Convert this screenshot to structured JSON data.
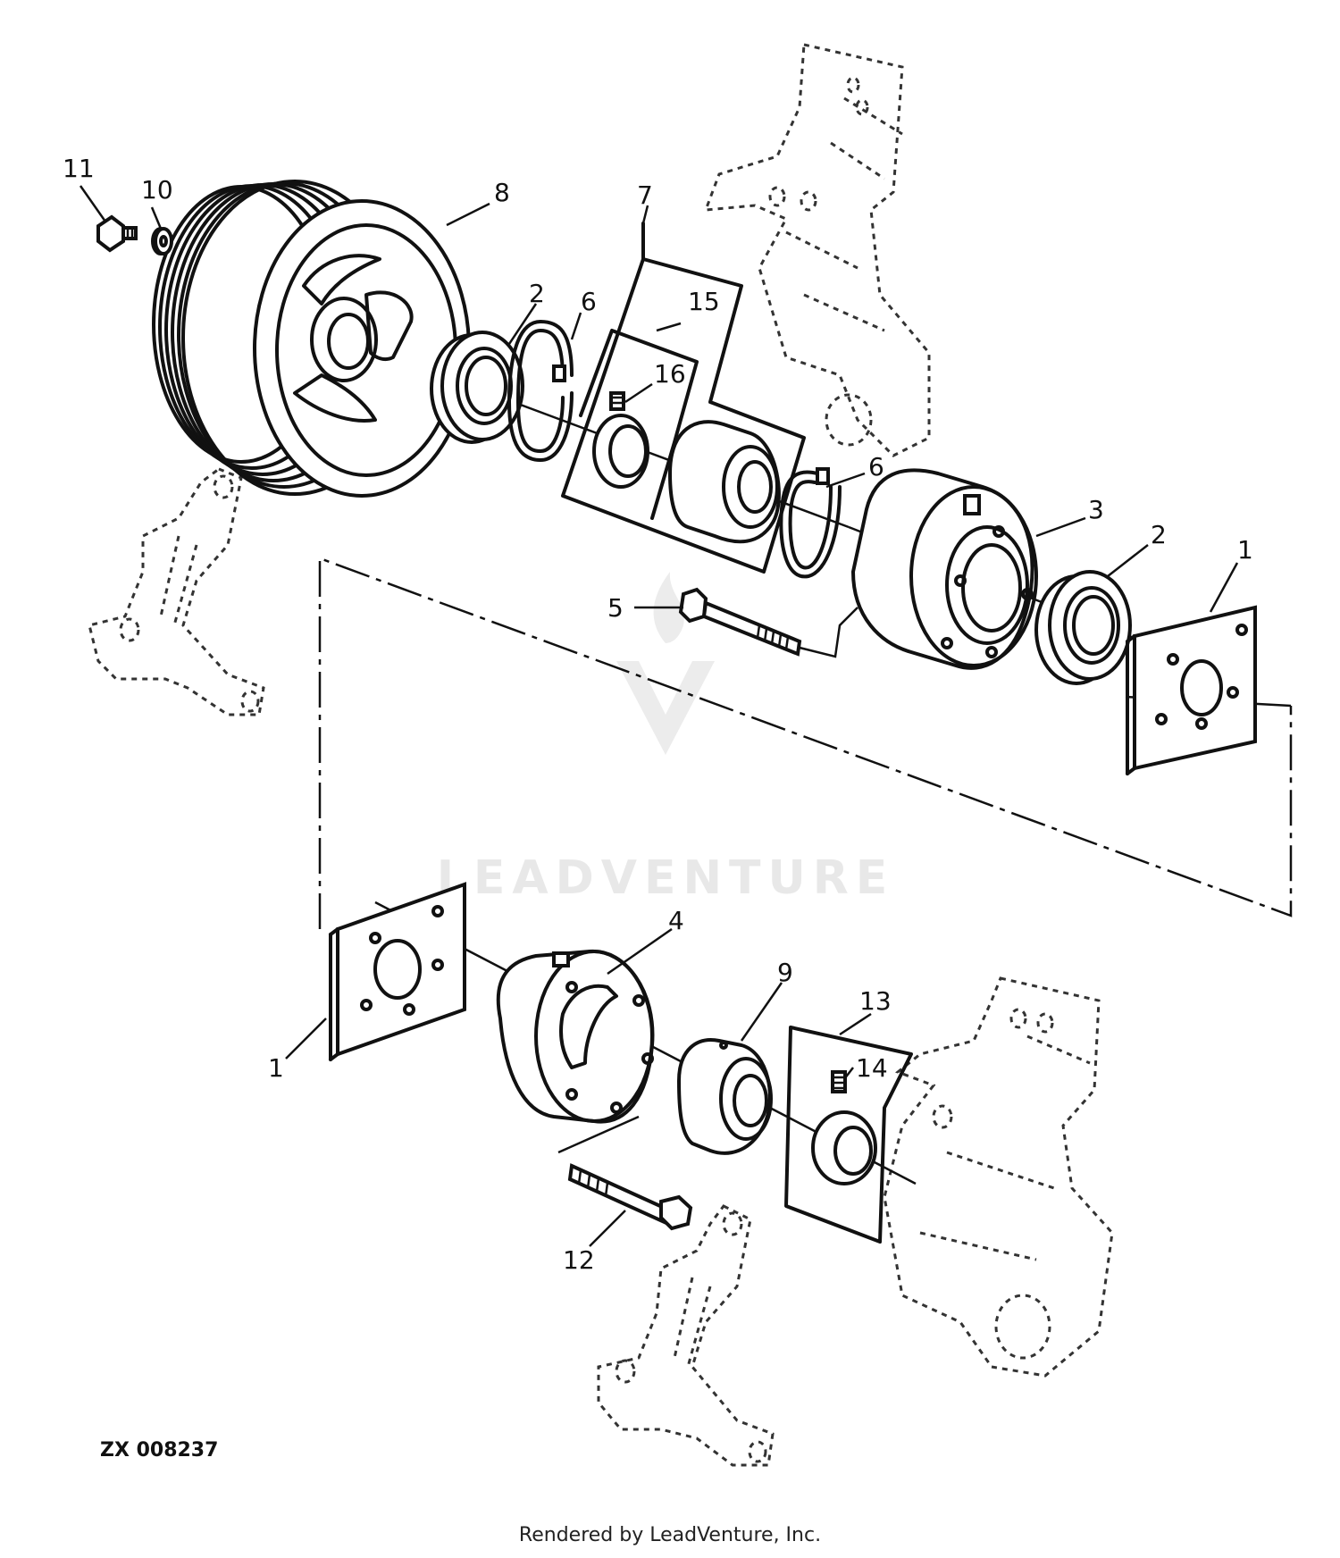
{
  "callouts": {
    "c11": "11",
    "c10": "10",
    "c8": "8",
    "c7": "7",
    "c2a": "2",
    "c6a": "6",
    "c15": "15",
    "c16": "16",
    "c6b": "6",
    "c3": "3",
    "c2b": "2",
    "c1a": "1",
    "c5": "5",
    "c4": "4",
    "c9": "9",
    "c13": "13",
    "c14": "14",
    "c1b": "1",
    "c12": "12"
  },
  "reference": "ZX 008237",
  "watermark": "LEADVENTURE",
  "footer": "Rendered by LeadVenture, Inc."
}
